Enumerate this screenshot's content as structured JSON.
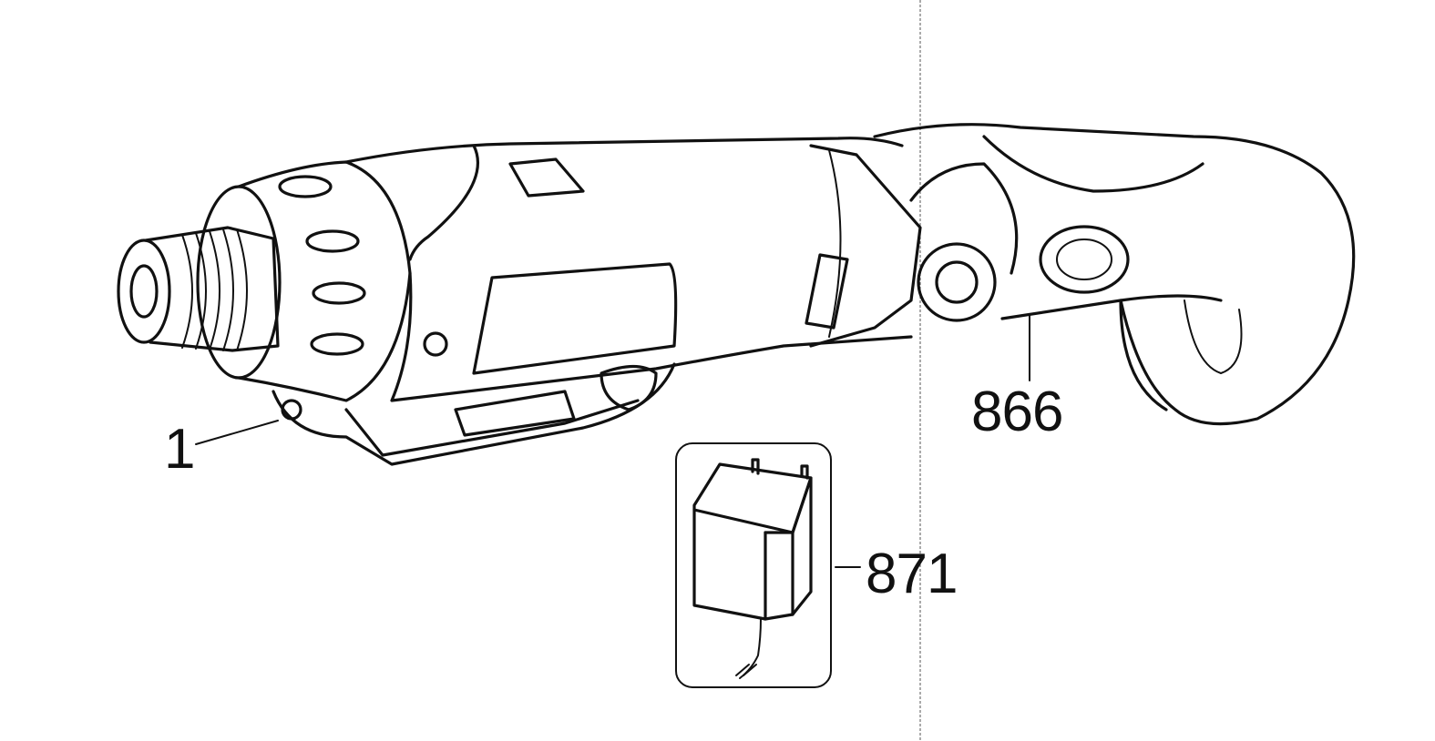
{
  "diagram": {
    "callouts": {
      "tool_body": "1",
      "tool_handle": "866",
      "charger": "871"
    }
  }
}
